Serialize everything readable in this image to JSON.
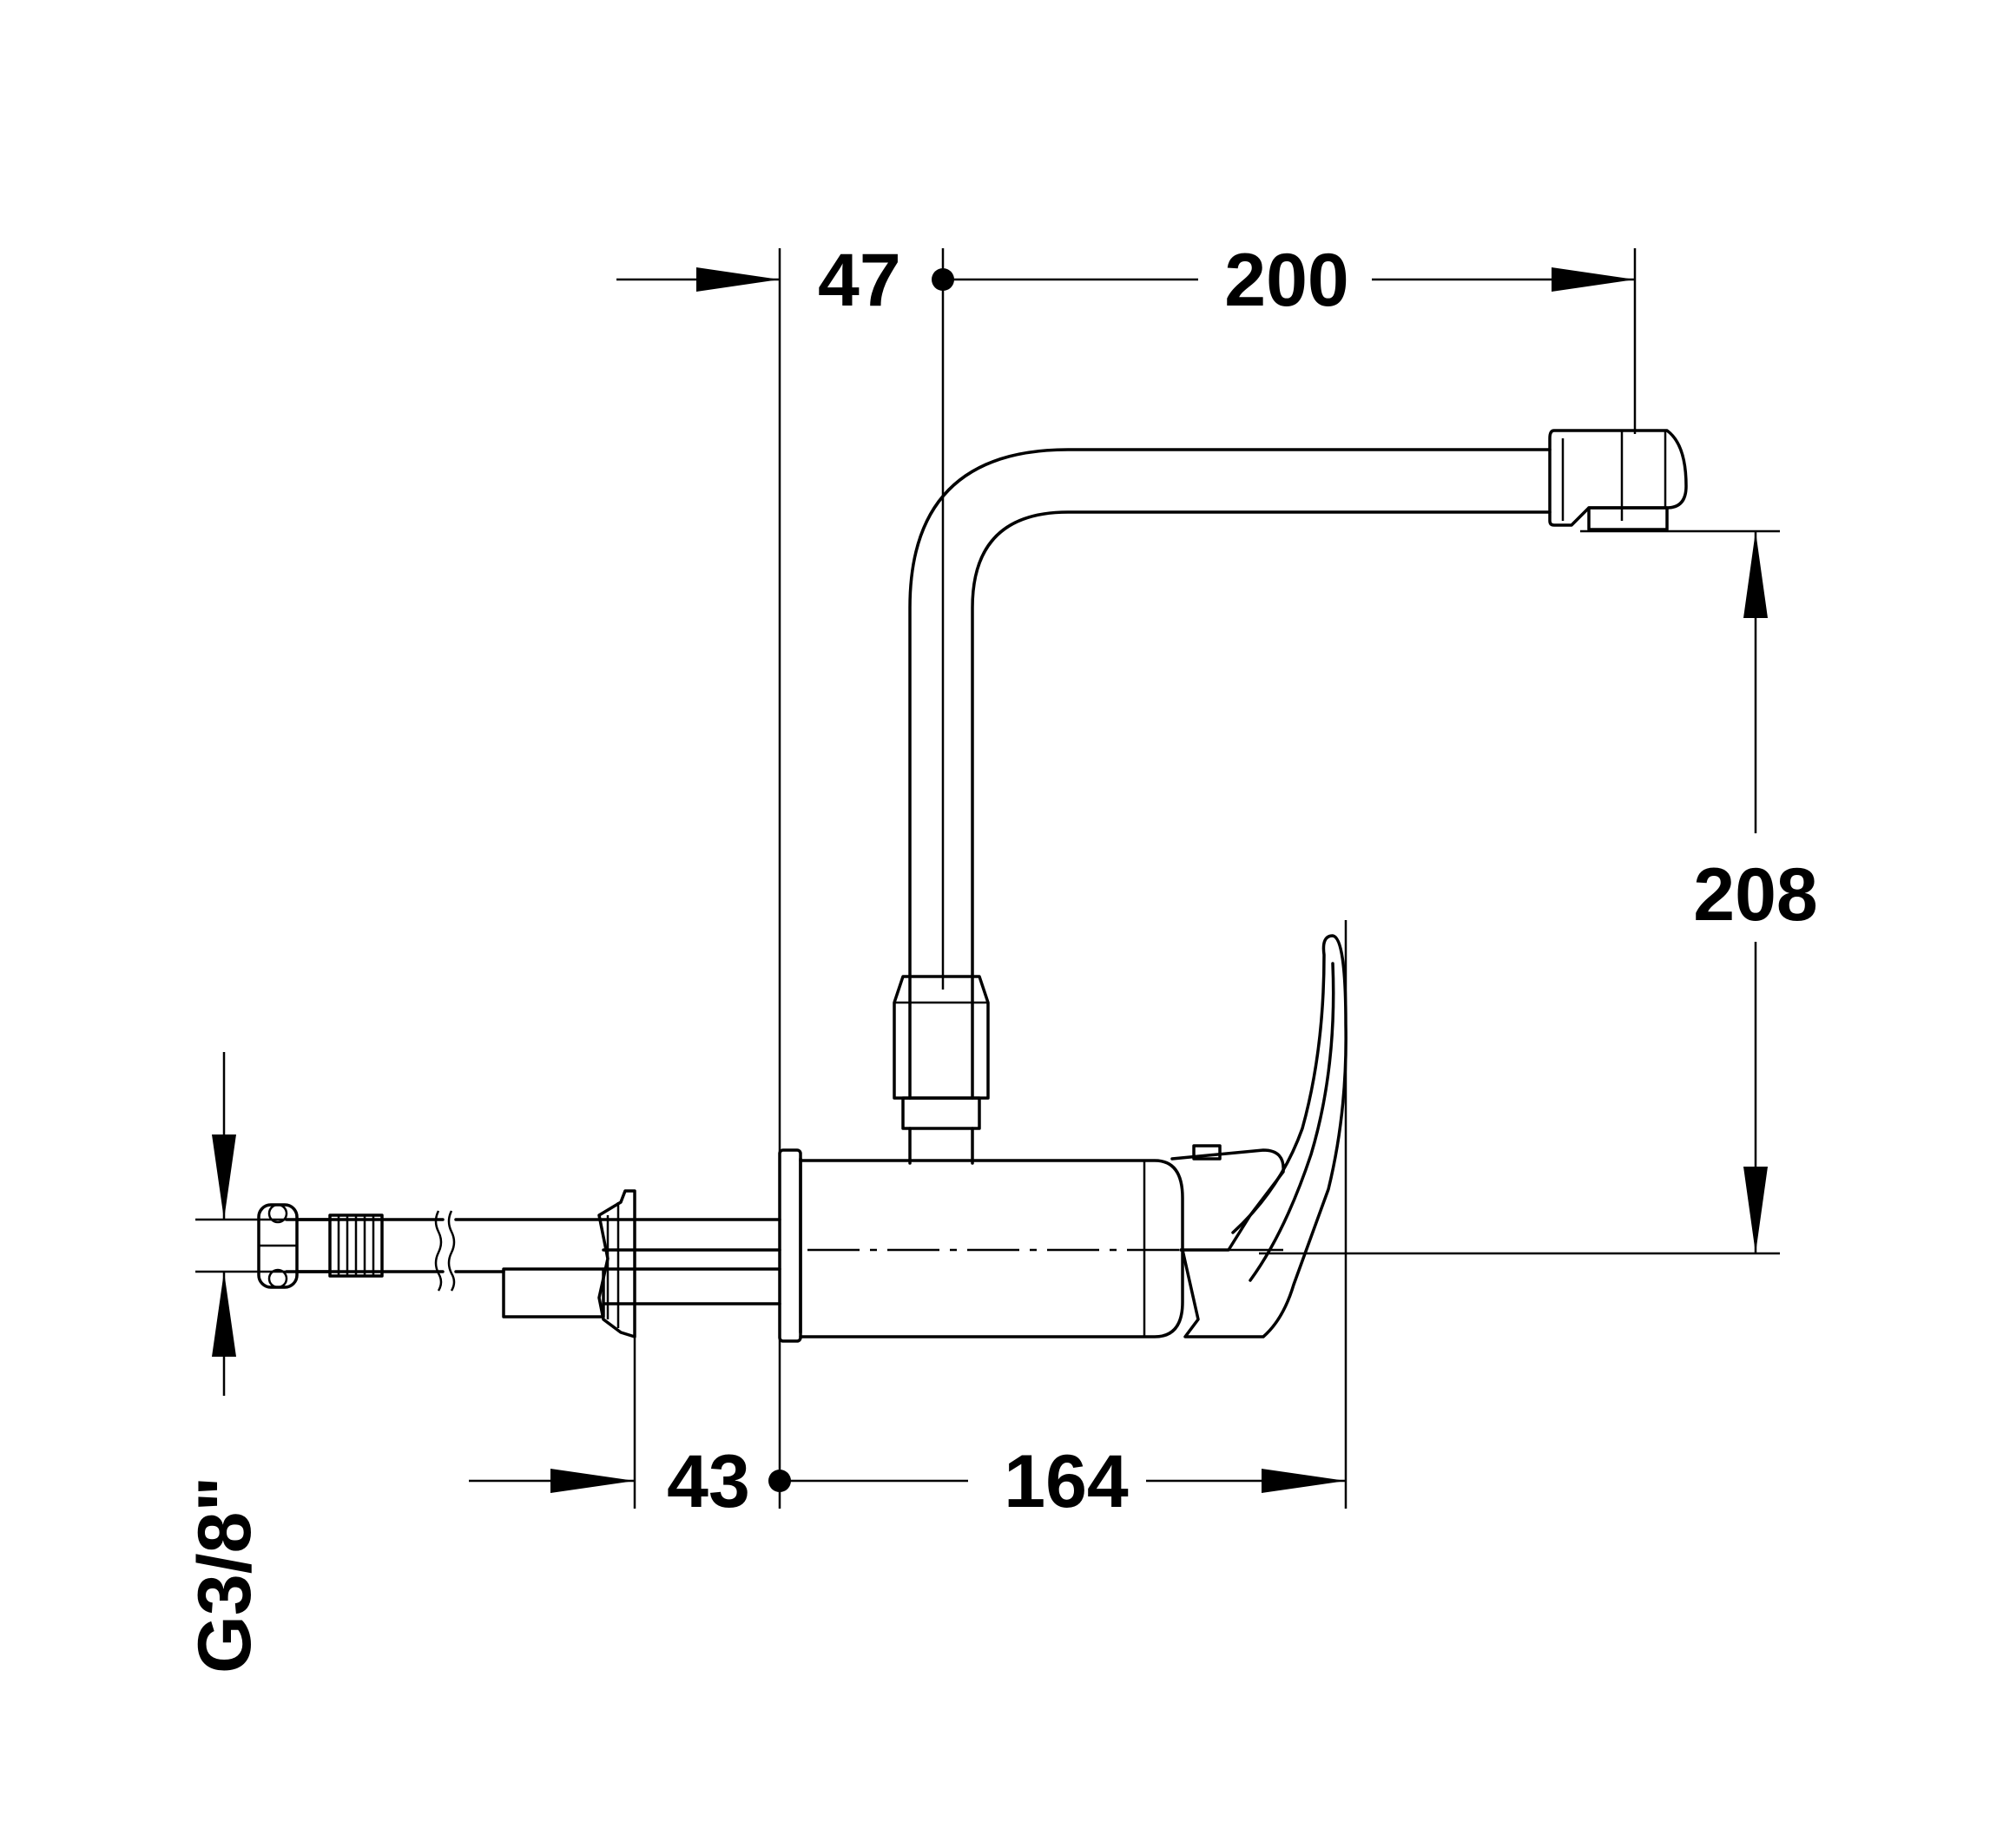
{
  "dimensions": {
    "dim_47": "47",
    "dim_200": "200",
    "dim_208": "208",
    "dim_43": "43",
    "dim_164": "164",
    "dim_thread": "G3/8\""
  }
}
